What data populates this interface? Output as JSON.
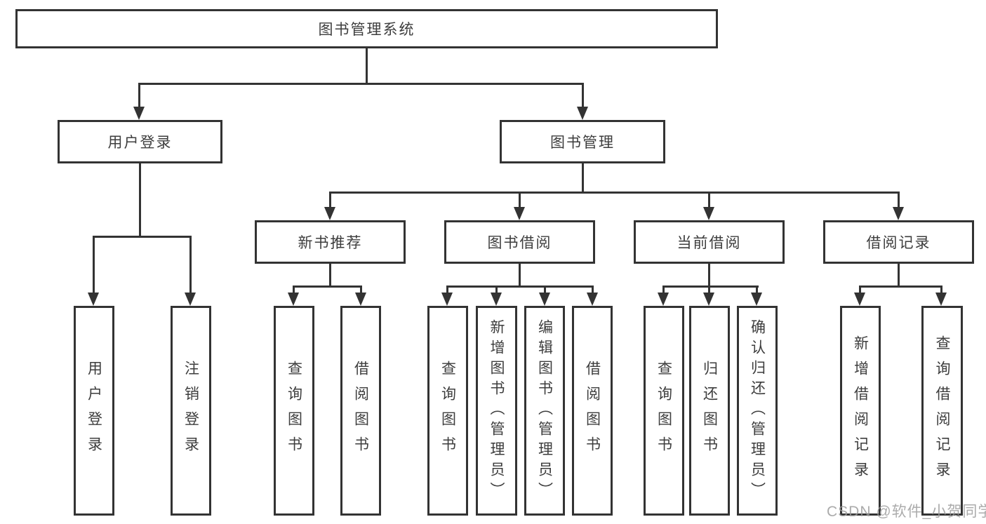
{
  "watermark": "CSDN @软件_小贺同学",
  "colors": {
    "line": "#333333",
    "box_border": "#333333",
    "box_fill": "#ffffff",
    "text": "#3d3d3d",
    "watermark": "#9c9c9c"
  },
  "tree": {
    "root": {
      "label": "图书管理系统",
      "children": [
        {
          "label": "用户登录",
          "children": [
            {
              "label": "用户登录"
            },
            {
              "label": "注销登录"
            }
          ]
        },
        {
          "label": "图书管理",
          "children": [
            {
              "label": "新书推荐",
              "children": [
                {
                  "label": "查询图书"
                },
                {
                  "label": "借阅图书"
                }
              ]
            },
            {
              "label": "图书借阅",
              "children": [
                {
                  "label": "查询图书"
                },
                {
                  "label": "新增图书（管理员）"
                },
                {
                  "label": "编辑图书（管理员）"
                },
                {
                  "label": "借阅图书"
                }
              ]
            },
            {
              "label": "当前借阅",
              "children": [
                {
                  "label": "查询图书"
                },
                {
                  "label": "归还图书"
                },
                {
                  "label": "确认归还（管理员）"
                }
              ]
            },
            {
              "label": "借阅记录",
              "children": [
                {
                  "label": "新增借阅记录"
                },
                {
                  "label": "查询借阅记录"
                }
              ]
            }
          ]
        }
      ]
    }
  }
}
